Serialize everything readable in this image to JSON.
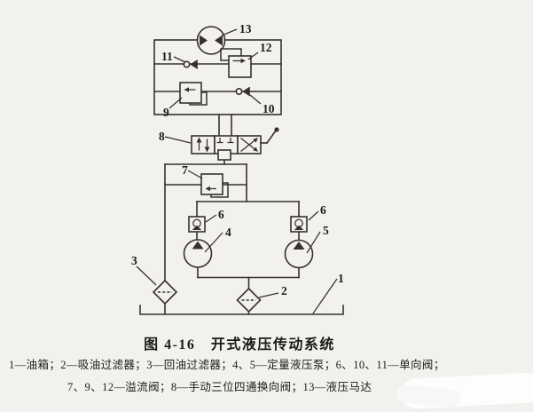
{
  "colors": {
    "background": "#f2f1ee",
    "line": "#35322e",
    "text": "#1b1b1b",
    "blob": "#fdfdfd"
  },
  "caption": "图 4-16　开式液压传动系统",
  "legend": {
    "line1": "1—油箱；2—吸油过滤器；3—回油过滤器；4、5—定量液压泵；6、10、11—单向阀；",
    "line2": "7、9、12—溢流阀；8—手动三位四通换向阀；13—液压马达"
  },
  "callouts": {
    "c1": "1",
    "c2": "2",
    "c3": "3",
    "c4": "4",
    "c5": "5",
    "c6_left": "6",
    "c6_right": "6",
    "c7": "7",
    "c8": "8",
    "c9": "9",
    "c10": "10",
    "c11": "11",
    "c12": "12",
    "c13": "13"
  },
  "components": {
    "1": "油箱",
    "2": "吸油过滤器",
    "3": "回油过滤器",
    "4": "定量液压泵",
    "5": "定量液压泵",
    "6": "单向阀",
    "7": "溢流阀",
    "8": "手动三位四通换向阀",
    "9": "溢流阀",
    "10": "单向阀",
    "11": "单向阀",
    "12": "溢流阀",
    "13": "液压马达"
  }
}
